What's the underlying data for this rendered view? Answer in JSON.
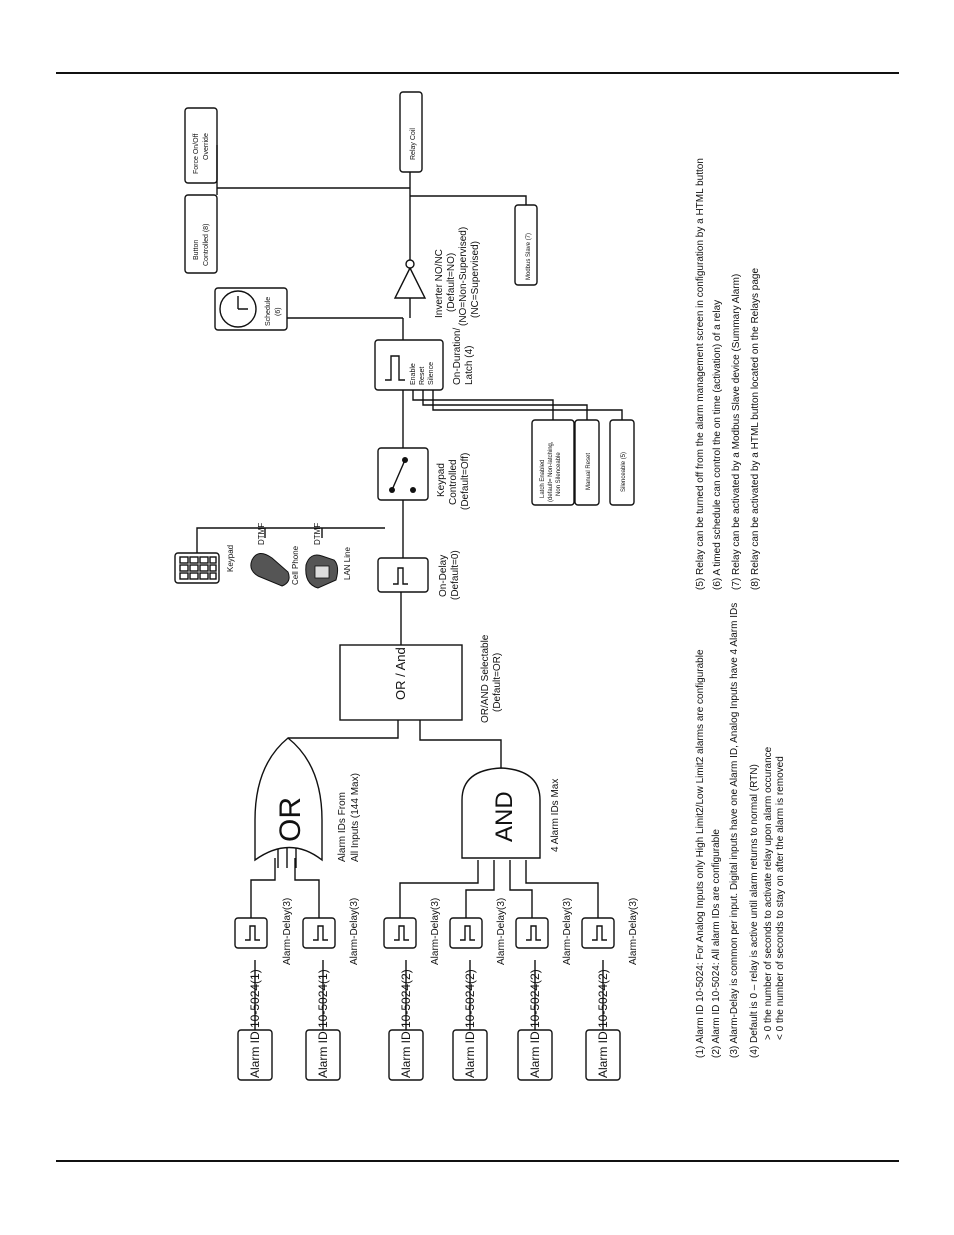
{
  "diagram": {
    "alarm_inputs": [
      "Alarm ID 10-5024(1)",
      "Alarm ID 10-5024(1)",
      "Alarm ID 10-5024(2)",
      "Alarm ID 10-5024(2)",
      "Alarm ID 10-5024(2)",
      "Alarm ID 10-5024(2)"
    ],
    "alarm_delay_label": "Alarm-Delay(3)",
    "or_gate": {
      "label": "OR",
      "caption": [
        "Alarm IDs From",
        "All Inputs (144 Max)"
      ]
    },
    "and_gate": {
      "label": "AND",
      "caption": "4 Alarm IDs Max"
    },
    "or_and_box": {
      "label": "OR / And",
      "caption": [
        "OR/AND Selectable",
        "(Default=OR)"
      ]
    },
    "on_delay": {
      "caption": [
        "On-Delay",
        "(Default=0)"
      ]
    },
    "remote_inputs": {
      "keypad": "Keypad",
      "cell_phone": "Cell Phone",
      "lan_line": "LAN Line",
      "dtmf": "DTMF"
    },
    "keypad_switch": {
      "caption": [
        "Keypad",
        "Controlled",
        "(Default=Off)"
      ]
    },
    "latch_box": {
      "lines": [
        "Enable",
        "Reset",
        "Silence"
      ],
      "caption": [
        "On-Duration/",
        "Latch (4)"
      ]
    },
    "latch_options": [
      [
        "Latch Enabled",
        "(default= Non-latching,",
        "Non Silenceable"
      ],
      [
        "Manual Reset"
      ],
      [
        "Silenceable (5)"
      ]
    ],
    "schedule": {
      "label": [
        "Schedule",
        "(6)"
      ]
    },
    "inverter": {
      "caption": [
        "Inverter NO/NC",
        "(Default=NO)",
        "(NO=Non-Supervised)",
        "(NC=Supervised)"
      ]
    },
    "modbus_slave": "Modbus Slave (7)",
    "button_controlled": [
      "Button",
      "Controlled (8)"
    ],
    "force_override": [
      "Force On/Off",
      "Override"
    ],
    "relay_coil": "Relay Coil",
    "notes_left": [
      "(1) Alarm ID 10-5024: For Analog Inputs only High Limit2/Low Limit2 alarms are configurable",
      "(2) Alarm ID 10-5024: All alarm IDs are configurable",
      "(3) Alarm-Delay is common per input. Digital inputs have one Alarm ID, Analog Inputs have 4 Alarm IDs",
      "(4) Default is 0 – relay is active until alarm returns to normal (RTN)",
      "> 0 the number of seconds to activate relay upon alarm occurance",
      "< 0 the number of seconds to stay on after the alarm is removed"
    ],
    "notes_right": [
      "(5) Relay can be turned off from the alarm management screen in configuration by a HTML button",
      "(6) A timed schedule can control the on time (activation) of a relay",
      "(7) Relay can be activated by a Modbus Slave device (Summary Alarm)",
      "(8) Relay can be activated by a HTML button located on the Relays page"
    ]
  }
}
